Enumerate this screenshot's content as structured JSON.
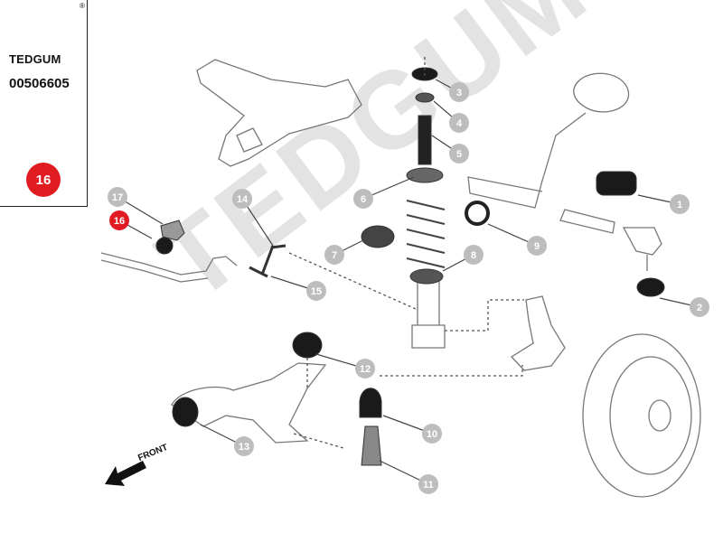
{
  "brand": {
    "name": "TEDGUM",
    "registered": "®"
  },
  "part_number": "00506605",
  "highlight": {
    "number": "16",
    "color": "#e01b22"
  },
  "watermark": "TEDGUM",
  "front_label": "FRONT",
  "colors": {
    "badge_gray": "#bdbdbd",
    "badge_red": "#e01b22",
    "line": "#555555",
    "part_dark": "#1a1a1a",
    "outline": "#777777"
  },
  "callouts": [
    {
      "number": "1"
    },
    {
      "number": "2"
    },
    {
      "number": "3"
    },
    {
      "number": "4"
    },
    {
      "number": "5"
    },
    {
      "number": "6"
    },
    {
      "number": "7"
    },
    {
      "number": "8"
    },
    {
      "number": "9"
    },
    {
      "number": "10"
    },
    {
      "number": "11"
    },
    {
      "number": "12"
    },
    {
      "number": "13"
    },
    {
      "number": "14"
    },
    {
      "number": "15"
    },
    {
      "number": "16"
    },
    {
      "number": "17"
    }
  ]
}
